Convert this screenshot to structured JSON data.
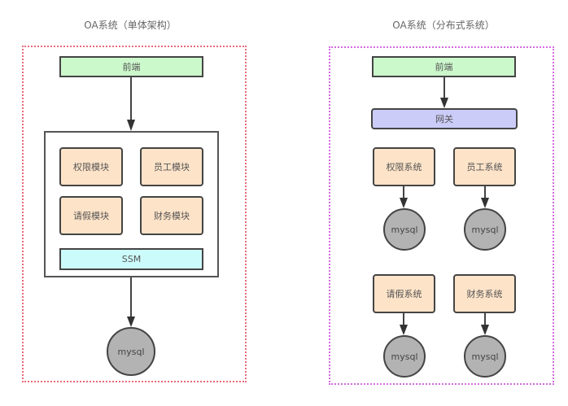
{
  "left": {
    "title": "OA系统（单体架构）",
    "frontend": "前端",
    "modules": [
      "权限模块",
      "员工模块",
      "请假模块",
      "财务模块"
    ],
    "framework": "SSM",
    "database": "mysql"
  },
  "right": {
    "title": "OA系统（分布式系统）",
    "frontend": "前端",
    "gateway": "网关",
    "services": [
      {
        "name": "权限系统",
        "database": "mysql"
      },
      {
        "name": "员工系统",
        "database": "mysql"
      },
      {
        "name": "请假系统",
        "database": "mysql"
      },
      {
        "name": "财务系统",
        "database": "mysql"
      }
    ]
  },
  "colors": {
    "frontend": "#ccf9cc",
    "gateway": "#ccccf9",
    "module": "#fde3c8",
    "framework": "#ccfbfb",
    "database": "#b3b3b3",
    "left_frame": "#e86a7a",
    "right_frame": "#d36ae0"
  }
}
